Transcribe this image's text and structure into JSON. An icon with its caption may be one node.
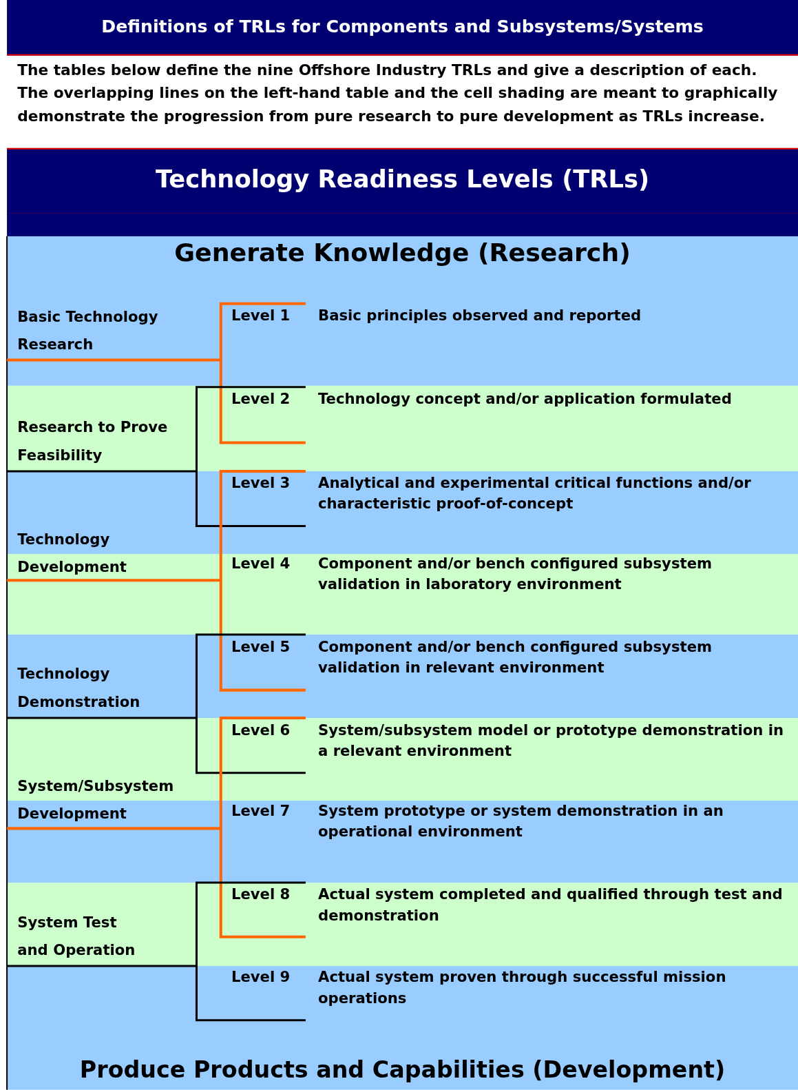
{
  "diagram": {
    "title": "Definitions of TRLs for Components and Subsystems/Systems",
    "nodes": [
      {
        "text": [
          "Technology Readiness Levels (TRLs)"
        ]
      },
      {
        "text": [
          "Basic Technology Research"
        ]
      },
      {
        "text": [
          "Research to Prove Feasibility"
        ]
      },
      {
        "text": [
          "Technology Development"
        ]
      },
      {
        "text": [
          "Technology Demonstration"
        ]
      },
      {
        "text": [
          "System/Subsystem Development"
        ]
      },
      {
        "text": [
          "System Test and Operation"
        ]
      },
      {
        "text": [
          "Level 1",
          "Basic principles observed and reported"
        ]
      },
      {
        "text": [
          "Level 2",
          "Technology concept and/or application formulated"
        ]
      },
      {
        "text": [
          "Level 3",
          "Analytical and experimental critical functions and/or characteristic proof-of-concept"
        ]
      },
      {
        "text": [
          "Level 4",
          "Component and/or bench configured subsystem validation in laboratory environment"
        ]
      },
      {
        "text": [
          "Level 5",
          "Component and/or bench configured subsystem validation in relevant environment"
        ]
      },
      {
        "text": [
          "Level 6",
          "System/subsystem model or prototype demonstration in a relevant environment"
        ]
      },
      {
        "text": [
          "Level 7",
          "System prototype or system demonstration in an operational environment"
        ]
      },
      {
        "text": [
          "Level 8",
          "Actual system completed and qualified through test and demonstration"
        ]
      },
      {
        "text": [
          "Level 9",
          "Actual system  proven through successful mission operations"
        ]
      }
    ],
    "labels": [
      "The tables below define the nine Offshore Industry TRLs and give a description of each.  The overlapping lines on the left-hand table and the cell shading are meant to graphically demonstrate the progression from pure research to pure development as TRLs increase.",
      "Generate Knowledge (Research)",
      "Produce Products and Capabilities (Development)"
    ]
  }
}
